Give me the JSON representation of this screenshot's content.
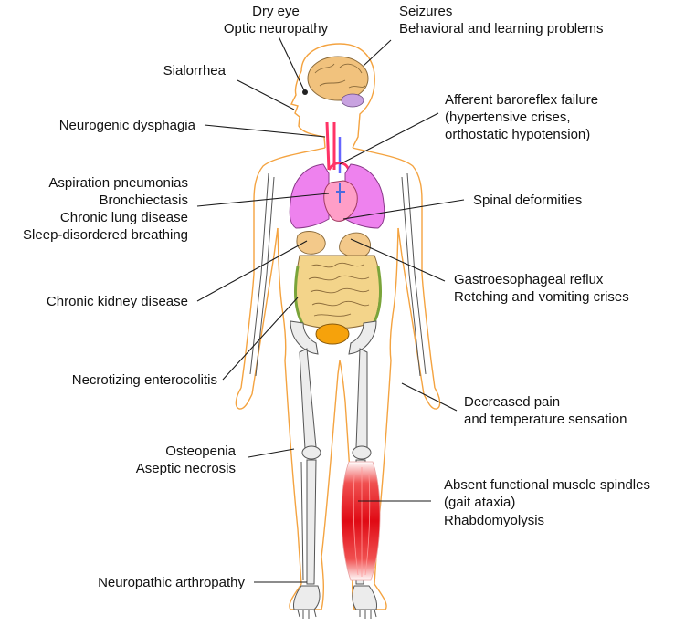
{
  "labels": {
    "dry_eye": "Dry eye",
    "optic_neuropathy": "Optic neuropathy",
    "seizures": "Seizures",
    "behavioral": "Behavioral and learning problems",
    "sialorrhea": "Sialorrhea",
    "afferent": "Afferent baroreflex failure",
    "hypertensive": "(hypertensive crises,",
    "orthostatic": "orthostatic hypotension)",
    "dysphagia": "Neurogenic dysphagia",
    "aspiration": "Aspiration pneumonias",
    "bronchiectasis": "Bronchiectasis",
    "chronic_lung": "Chronic lung disease",
    "sleep": "Sleep-disordered breathing",
    "spinal": "Spinal deformities",
    "gastro": "Gastroesophageal reflux",
    "retching": "Retching and vomiting crises",
    "kidney": "Chronic kidney disease",
    "necrotizing": "Necrotizing enterocolitis",
    "decreased_pain": "Decreased pain",
    "temperature": "and temperature sensation",
    "osteopenia": "Osteopenia",
    "aseptic": "Aseptic necrosis",
    "spindles": "Absent functional muscle spindles",
    "gait": "(gait ataxia)",
    "rhabdo": "Rhabdomyolysis",
    "arthropathy": "Neuropathic arthropathy"
  },
  "colors": {
    "body_outline": "#f4a340",
    "brain": "#f1c27d",
    "lungs": "#ee82ee",
    "heart": "#ff9ec7",
    "intestine": "#f3d48a",
    "bladder": "#f6a20b",
    "muscle": "#e8101a",
    "bone": "#ececec",
    "vessel": "#ff3366"
  }
}
